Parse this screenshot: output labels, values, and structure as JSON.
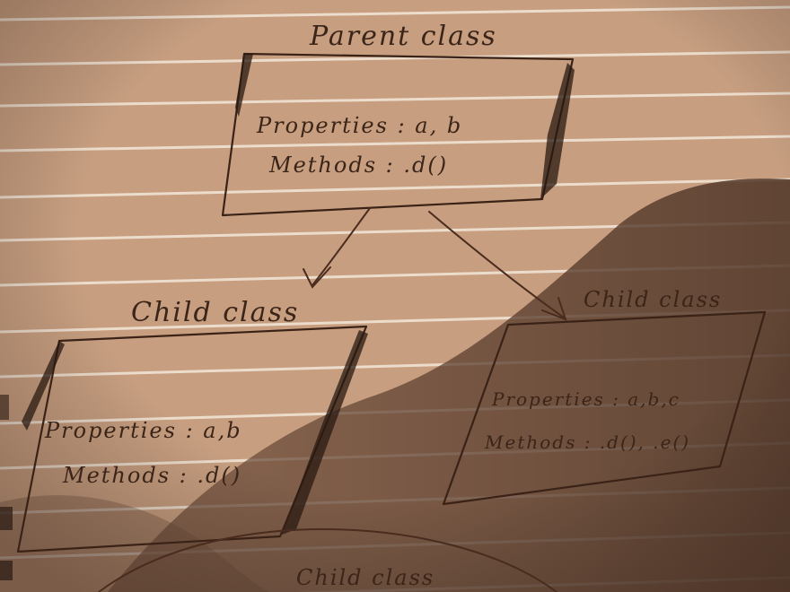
{
  "diagram": {
    "parent": {
      "title": "Parent class",
      "properties": "Properties : a, b",
      "methods": "Methods : .d()"
    },
    "child_left": {
      "title": "Child class",
      "properties": "Properties : a,b",
      "methods": "Methods : .d()"
    },
    "child_right": {
      "title": "Child class",
      "properties": "Properties : a,b,c",
      "methods": "Methods : .d(), .e()"
    },
    "bottom_partial": {
      "title": "Child class"
    }
  },
  "colors": {
    "paper": "#c79e80",
    "ink": "#3a2217",
    "ruled_line": "#f3e7da",
    "shadow": "#5a3d2e"
  }
}
